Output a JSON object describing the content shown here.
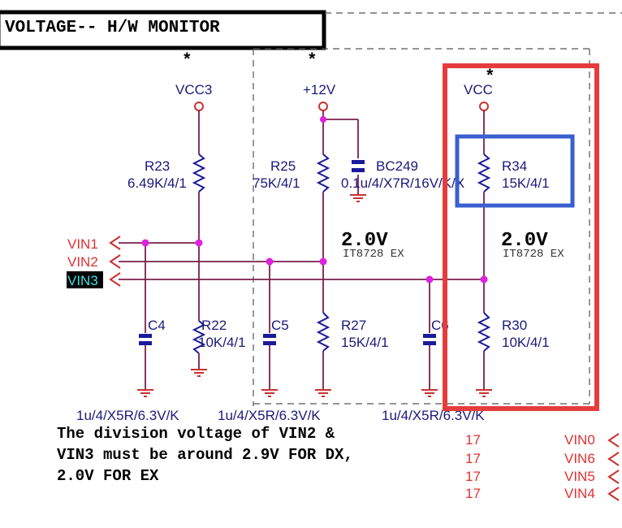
{
  "title": "VOLTAGE-- H/W MONITOR",
  "asterisk": "*",
  "power": {
    "vcc3": "VCC3",
    "p12v": "+12V",
    "vcc": "VCC"
  },
  "components": {
    "r23": {
      "ref": "R23",
      "value": "6.49K/4/1"
    },
    "r25": {
      "ref": "R25",
      "value": "75K/4/1"
    },
    "bc249": {
      "ref": "BC249",
      "value": "0.1u/4/X7R/16V/K/X"
    },
    "r34": {
      "ref": "R34",
      "value": "15K/4/1"
    },
    "c4": {
      "ref": "C4",
      "value": "1u/4/X5R/6.3V/K"
    },
    "r22": {
      "ref": "R22",
      "value": "10K/4/1"
    },
    "c5": {
      "ref": "C5",
      "value": "1u/4/X5R/6.3V/K"
    },
    "r27": {
      "ref": "R27",
      "value": "15K/4/1"
    },
    "c6": {
      "ref": "C6",
      "value": "1u/4/X5R/6.3V/K"
    },
    "r30": {
      "ref": "R30",
      "value": "10K/4/1"
    }
  },
  "nets": {
    "vin1": "VIN1",
    "vin2": "VIN2",
    "vin3": "VIN3"
  },
  "annotations": {
    "volt1": "2.0V",
    "chip1": "IT8728 EX",
    "volt2": "2.0V",
    "chip2": "IT8728 EX"
  },
  "note": [
    "The division voltage of VIN2 &",
    "VIN3 must be around 2.9V FOR DX,",
    "2.0V FOR EX"
  ],
  "page_refs": [
    "17",
    "17",
    "17",
    "17"
  ],
  "off_page_nets": [
    "VIN0",
    "VIN6",
    "VIN5",
    "VIN4"
  ],
  "colors": {
    "highlight_red": "#e63c3c",
    "highlight_blue": "#3a5fcf",
    "net_highlight_bg": "#000000",
    "net_highlight_fg": "#40e0e0"
  }
}
